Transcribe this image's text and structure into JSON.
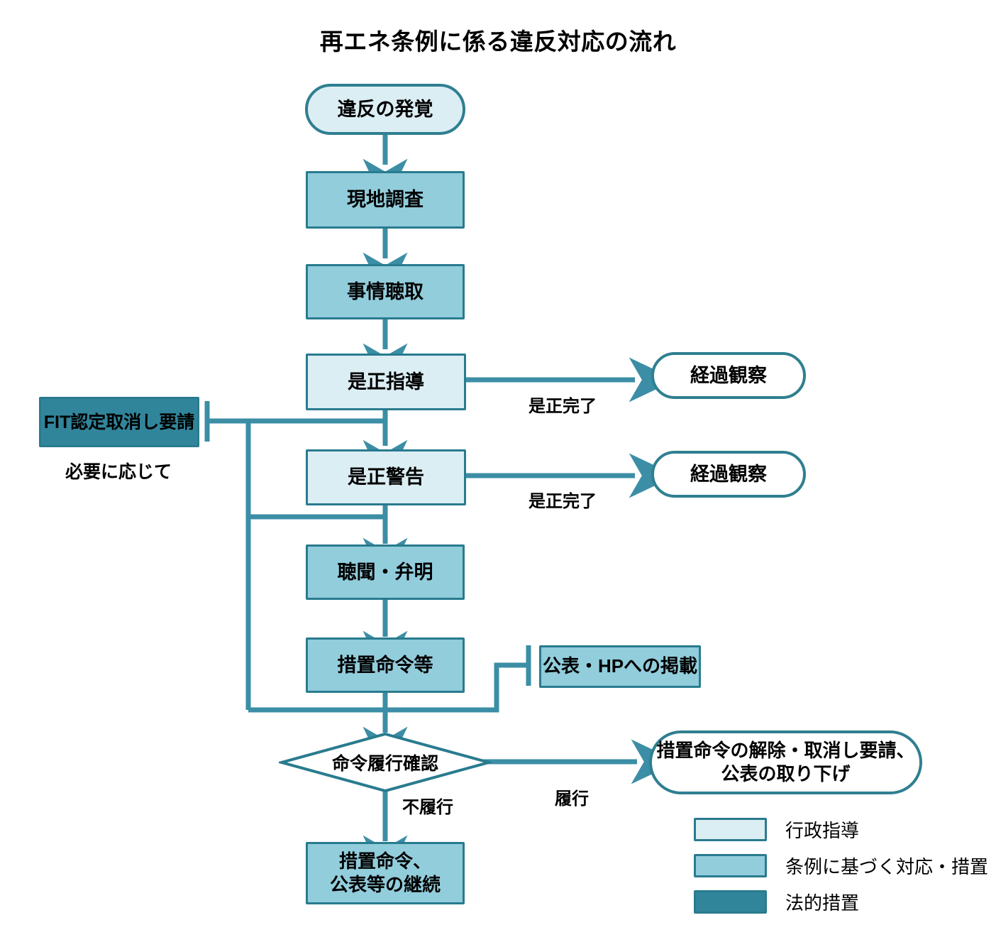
{
  "title": "再エネ条例に係る違反対応の流れ",
  "colors": {
    "administrative_guidance": "#DBEEF4",
    "ordinance_measure": "#92CDDC",
    "legal_measure": "#31859B",
    "line": "#3B8EA5",
    "border": "#297B8E",
    "text": "#000000",
    "background": "#FFFFFF"
  },
  "nodes": {
    "start": {
      "label": "違反の発覚",
      "shape": "rounded",
      "fill": "administrative_guidance"
    },
    "site_survey": {
      "label": "現地調査",
      "shape": "rect",
      "fill": "ordinance_measure"
    },
    "hearing": {
      "label": "事情聴取",
      "shape": "rect",
      "fill": "ordinance_measure"
    },
    "guidance": {
      "label": "是正指導",
      "shape": "rect",
      "fill": "administrative_guidance"
    },
    "warning": {
      "label": "是正警告",
      "shape": "rect",
      "fill": "administrative_guidance"
    },
    "statement": {
      "label": "聴聞・弁明",
      "shape": "rect",
      "fill": "ordinance_measure"
    },
    "order": {
      "label": "措置命令等",
      "shape": "rect",
      "fill": "ordinance_measure"
    },
    "decision": {
      "label": "命令履行確認",
      "shape": "diamond",
      "fill": "background"
    },
    "continue": {
      "label_line1": "措置命令、",
      "label_line2": "公表等の継続",
      "shape": "rect",
      "fill": "ordinance_measure"
    },
    "observe1": {
      "label": "経過観察",
      "shape": "rounded",
      "fill": "background"
    },
    "observe2": {
      "label": "経過観察",
      "shape": "rounded",
      "fill": "background"
    },
    "fit_request": {
      "label": "FIT認定取消し要請",
      "shape": "rect",
      "fill": "legal_measure"
    },
    "fit_note": {
      "label": "必要に応じて"
    },
    "publication": {
      "label": "公表・HPへの掲載",
      "shape": "rect",
      "fill": "ordinance_measure"
    },
    "release": {
      "label_line1": "措置命令の解除・取消し要請、",
      "label_line2": "公表の取り下げ",
      "shape": "rounded",
      "fill": "background"
    }
  },
  "edge_labels": {
    "guidance_done_1": "是正完了",
    "guidance_done_2": "是正完了",
    "complied": "履行",
    "not_complied": "不履行"
  },
  "legend": {
    "items": [
      {
        "label": "行政指導",
        "fill": "administrative_guidance"
      },
      {
        "label": "条例に基づく対応・措置",
        "fill": "ordinance_measure"
      },
      {
        "label": "法的措置",
        "fill": "legal_measure"
      }
    ]
  }
}
